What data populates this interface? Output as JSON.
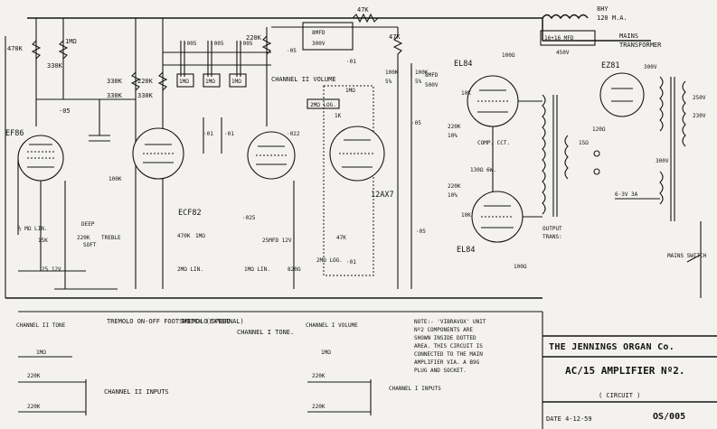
{
  "labels": {
    "r_470k_left": "470K",
    "r_1meg_top": "1MΩ",
    "r_330k_a": "330K",
    "r_330k_b": "330K",
    "r_220k_a": "220K",
    "r_330k_c": "330K",
    "r_330k_left": "330K",
    "c_05_left": "·05",
    "c_005_a": "·005",
    "c_005_b": "·005",
    "c_005_c": "·005",
    "r_1m_a": "1MΩ",
    "r_1m_b": "1MΩ",
    "r_1m_c": "1MΩ",
    "r_220k_top": "220K",
    "c_05_top": "·05",
    "channel2_volume": "CHANNEL II VOLUME",
    "cap_8mfd": "8MFD",
    "cap_300v": "300V",
    "r_47k_top": "47K",
    "r_47k_b": "47K",
    "c_01_top": "·01",
    "pot_2meg_log": "2MΩ LOG.",
    "r_100k_a": "100K",
    "pct_5_a": "5%",
    "r_100k_b": "100K",
    "pct_5_b": "5%",
    "cap_8mfd_b": "8MFD",
    "cap_500v": "500V",
    "el84_top": "EL84",
    "r_100_a": "100Ω",
    "r_10k_a": "10K",
    "choke_8hy": "8HY",
    "choke_120ma": "120 M.A.",
    "cap_16_16": "16+16 MFD",
    "cap_450v": "450V",
    "mains": "MAINS",
    "transformer": "TRANSFORMER",
    "ez81": "EZ81",
    "v_300": "300V",
    "v_250": "250V",
    "v_230": "230V",
    "ohm_120": "120Ω",
    "ef86": "EF86",
    "ecf82": "ECF82",
    "r_100k_c": "100K",
    "c_022_a": "·022",
    "c_01_a": "·01",
    "c_01_b": "·01",
    "r_1k": "1K",
    "c_05_mid": "·05",
    "r_220k_10": "220K",
    "pct_10": "10%",
    "comp_cct": "COMP. CCT.",
    "r_130_6w": "130Ω 6W.",
    "r_220k_b": "220K",
    "pct_10_b": "10%",
    "r_10k_b": "10K",
    "ecc83": "12AX7",
    "r_1meg_mid": "1MΩ",
    "r_47k_c": "47K",
    "c_01_c": "·01",
    "c_05_low": "·05",
    "el84_bot": "EL84",
    "output": "OUTPUT",
    "trans": "TRANS:",
    "ohm_15": "15Ω",
    "r_100_b": "100Ω",
    "v_63": "6·3V 3A",
    "v_300b": "300V",
    "mains_switch": "MAINS SWITCH",
    "deep": "DEEP",
    "soft": "SOFT",
    "treble": "TREBLE",
    "r_220k_sw": "220K",
    "r_15k": "15K",
    "pot_half": "½ MΩ LIN.",
    "r_2meg": "2MΩ LIN.",
    "r_470k_b": "470K",
    "r_1m_d": "1MΩ",
    "c_025": "·025",
    "cap_25_12": "25MFD 12V",
    "pot_1m_lin": "1MΩ LIN.",
    "r_820": "820Ω",
    "pot_2m_log_b": "2MΩ LOG.",
    "c_01_d": "·01",
    "cap_25_12b": "25 12V",
    "ch2_tone": "CHANNEL II TONE",
    "ch2_tone_val": "1MΩ",
    "r_220k_in1": "220K",
    "r_220k_in2": "220K",
    "ch2_inputs": "CHANNEL II INPUTS",
    "tremolo_onoff": "TREMOLO ON-OFF FOOTSWITCH (EXTERNAL)",
    "tremolo_speed": "TREMOLO SPEED",
    "ch1_tone": "CHANNEL I TONE.",
    "ch1_volume": "CHANNEL I VOLUME",
    "ch1_vol_val": "1MΩ",
    "r_220k_c1": "220K",
    "r_220k_c2": "220K",
    "ch1_inputs": "CHANNEL I INPUTS",
    "note_l1": "NOTE:- 'VIBRAVOX' UNIT",
    "note_l2": "Nº2 COMPONENTS ARE",
    "note_l3": "SHOWN INSIDE DOTTED",
    "note_l4": "AREA. THIS CIRCUIT IS",
    "note_l5": "CONNECTED TO THE MAIN",
    "note_l6": "AMPLIFIER VIA. A B9G",
    "note_l7": "PLUG AND SOCKET."
  },
  "title_block": {
    "company": "THE JENNINGS ORGAN Co.",
    "model": "AC/15 AMPLIFIER Nº2.",
    "sub": "( CIRCUIT )",
    "date": "DATE 4-12-59",
    "number": "OS/005"
  }
}
